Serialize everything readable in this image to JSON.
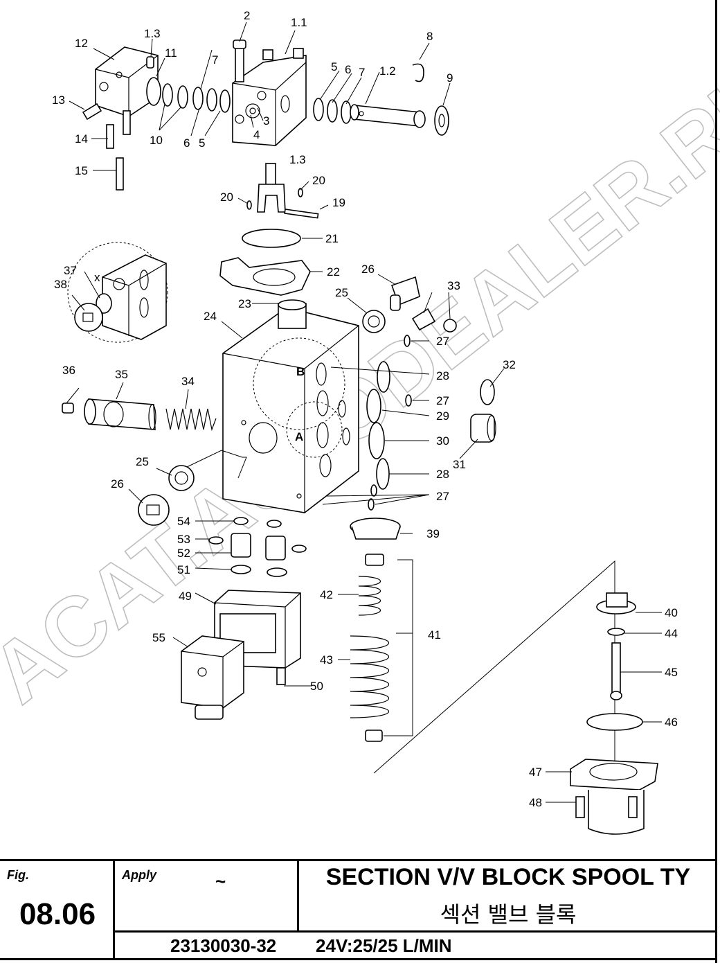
{
  "watermark": "ACAT.AUTODEALER.RU",
  "callouts": [
    "1.1",
    "1.2",
    "1.3",
    "2",
    "3",
    "4",
    "5",
    "6",
    "7",
    "8",
    "9",
    "10",
    "11",
    "12",
    "13",
    "14",
    "15",
    "20",
    "19",
    "21",
    "22",
    "23",
    "24",
    "25",
    "26",
    "27",
    "28",
    "29",
    "30",
    "31",
    "32",
    "33",
    "34",
    "35",
    "36",
    "37",
    "38",
    "39",
    "40",
    "41",
    "42",
    "43",
    "44",
    "45",
    "46",
    "47",
    "48",
    "49",
    "50",
    "51",
    "52",
    "53",
    "54",
    "55",
    "1.3",
    "5",
    "6",
    "7",
    "20",
    "25",
    "26",
    "27",
    "27",
    "27",
    "28",
    "x",
    "B",
    "A"
  ],
  "title_block": {
    "fig_label": "Fig.",
    "fig_number": "08.06",
    "apply_label": "Apply",
    "apply_value": "~",
    "title_en": "SECTION V/V BLOCK SPOOL TY",
    "title_ko": "섹션 밸브 블록",
    "part_number": "23130030-32",
    "spec": "24V:25/25 L/MIN"
  }
}
